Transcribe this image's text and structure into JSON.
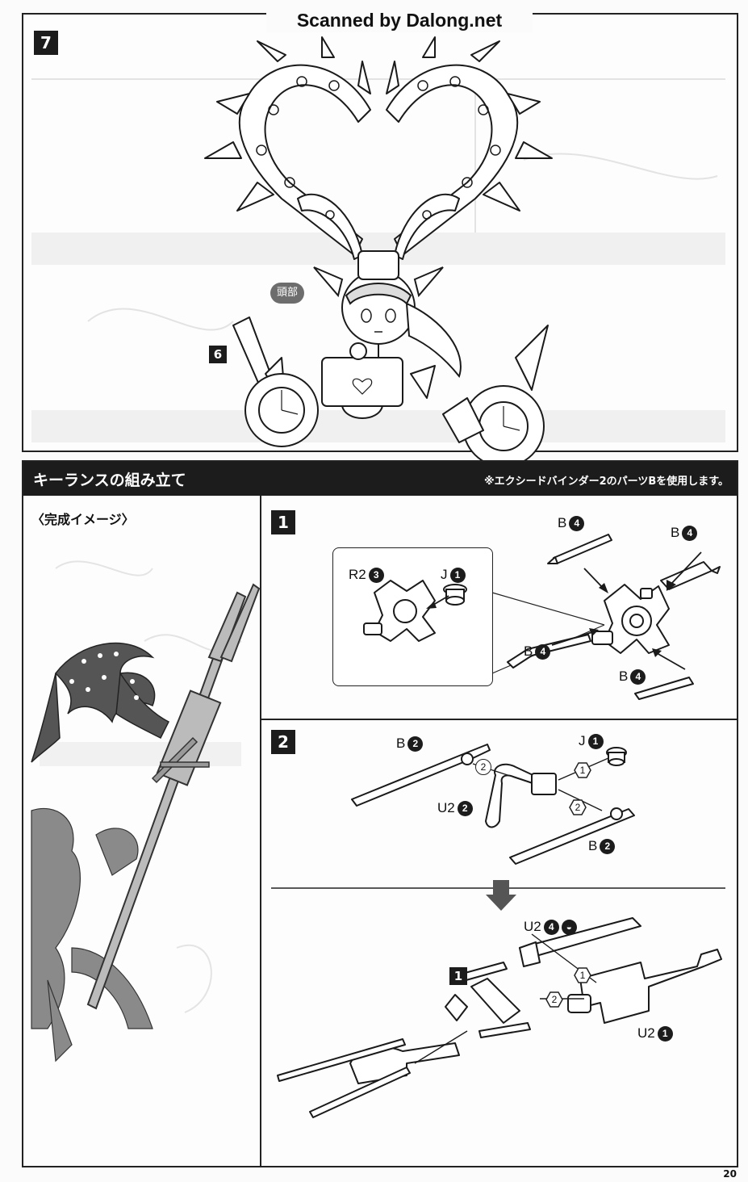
{
  "watermark": "Scanned by Dalong.net",
  "top_section": {
    "step_number": "7",
    "prev_step_number": "6",
    "head_label": "頭部"
  },
  "section": {
    "title": "キーランスの組み立て",
    "note": "※エクシードバインダー2のパーツBを使用します。"
  },
  "completed_image_label": "〈完成イメージ〉",
  "step1": {
    "number": "1",
    "inset_parts": [
      {
        "letter": "R2",
        "num": "3"
      },
      {
        "letter": "J",
        "num": "1"
      }
    ],
    "parts": [
      {
        "letter": "B",
        "num": "4"
      },
      {
        "letter": "B",
        "num": "4"
      },
      {
        "letter": "B",
        "num": "4"
      },
      {
        "letter": "B",
        "num": "4"
      }
    ]
  },
  "step2": {
    "number": "2",
    "parts_top": [
      {
        "letter": "B",
        "num": "2"
      },
      {
        "letter": "J",
        "num": "1"
      },
      {
        "letter": "U2",
        "num": "2"
      },
      {
        "letter": "B",
        "num": "2"
      }
    ],
    "joint_order_top": [
      "2",
      "1",
      "2"
    ],
    "parts_bottom": [
      {
        "letter": "U2",
        "num": "4"
      },
      {
        "letter": "U2",
        "num": "1"
      }
    ],
    "sub_step_ref": "1",
    "joint_order_bottom": [
      "1",
      "2"
    ]
  },
  "page_number": "20"
}
